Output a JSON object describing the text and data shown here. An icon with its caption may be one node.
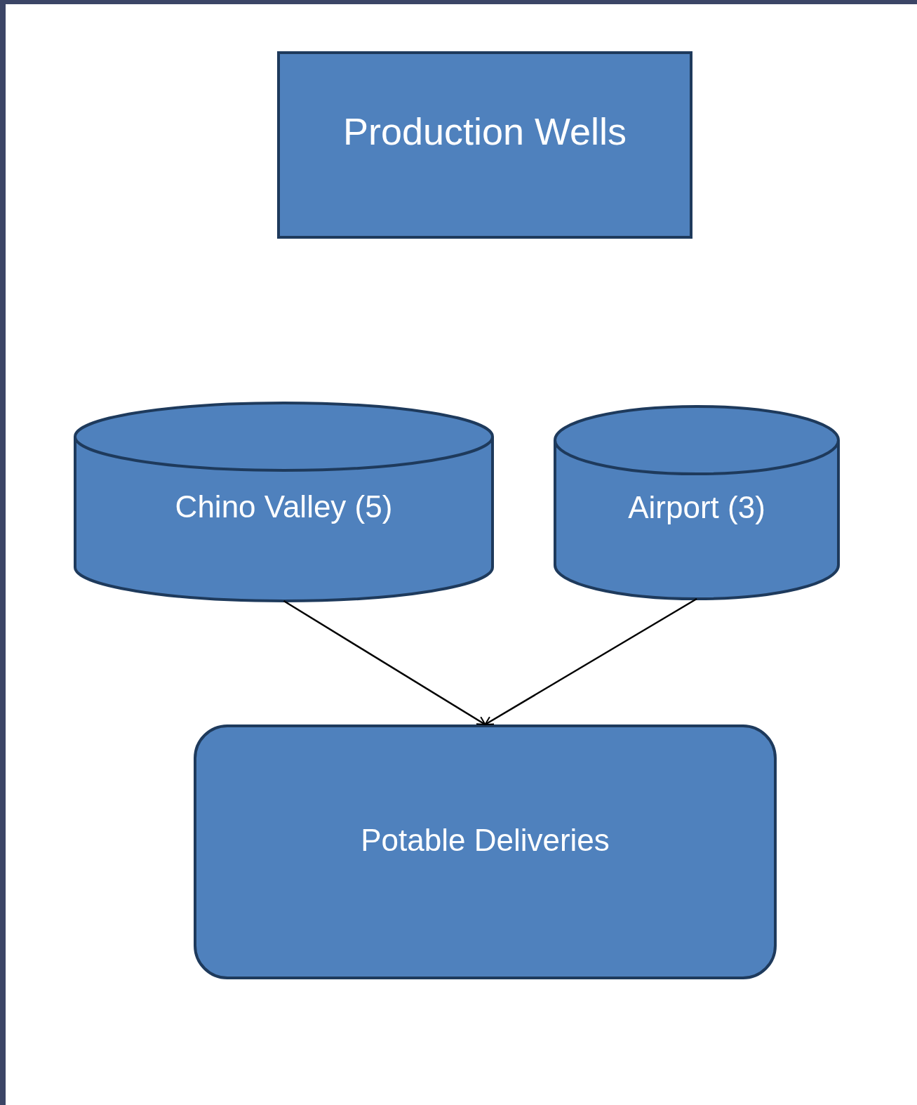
{
  "diagram": {
    "nodes": [
      {
        "text": [
          "Production Wells"
        ]
      },
      {
        "text": [
          "Chino Valley (5)"
        ]
      },
      {
        "text": [
          "Airport (3)"
        ]
      },
      {
        "text": [
          "Potable Deliveries"
        ]
      }
    ],
    "edges": [
      {
        "from": 1,
        "to": 3,
        "arrow": "to"
      },
      {
        "from": 2,
        "to": 3,
        "arrow": "to"
      }
    ]
  }
}
